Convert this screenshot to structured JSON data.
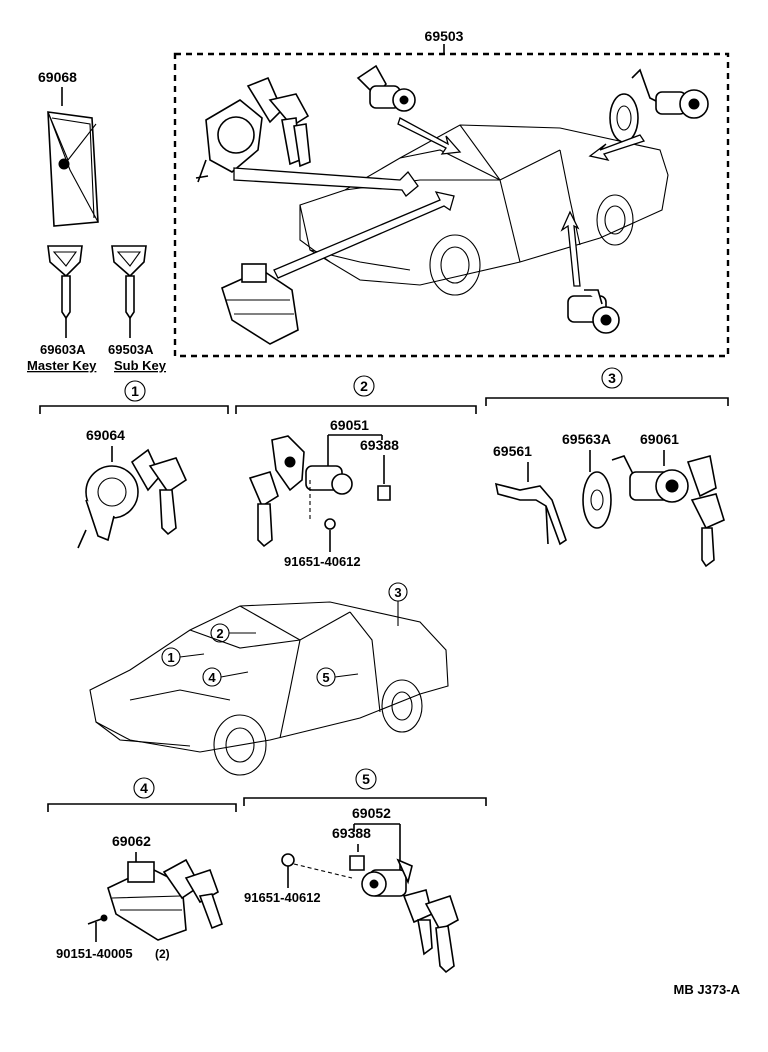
{
  "parts": {
    "kit": "69503",
    "key_case": "69068",
    "master_key_no": "69603A",
    "master_key_label": "Master Key",
    "sub_key_no": "69503A",
    "sub_key_label": "Sub Key",
    "ignition_cylinder": "69064",
    "door_cylinder_lh": "69051",
    "door_cylinder_rh": "69052",
    "retainer_1": "69388",
    "retainer_2": "69388",
    "screw_1": "91651-40612",
    "screw_2": "91651-40612",
    "rod": "69561",
    "pad": "69563A",
    "trunk_cylinder": "69061",
    "glove_cylinder": "69062",
    "glove_screw": "90151-40005",
    "glove_screw_qty": "(2)"
  },
  "groups": {
    "g1": "1",
    "g2": "2",
    "g3": "3",
    "g4": "4",
    "g5": "5"
  },
  "car_markers": {
    "m1": "1",
    "m2": "2",
    "m3": "3",
    "m4": "4",
    "m5": "5"
  },
  "code": "MB J373-A"
}
